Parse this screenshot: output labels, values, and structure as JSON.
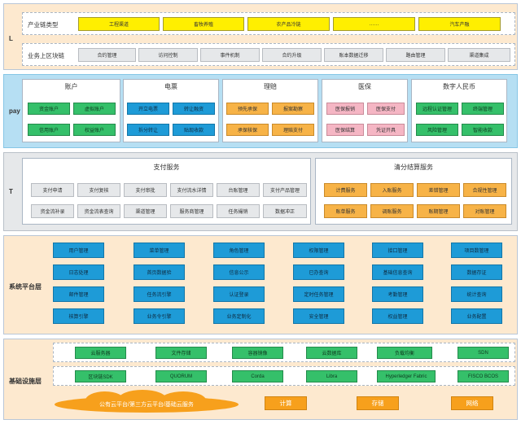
{
  "layers": {
    "l": {
      "label": "L",
      "industry": {
        "title": "产业链类型",
        "items": [
          "工程渠道",
          "畜牧养殖",
          "农产品冷链",
          "……",
          "汽车产融"
        ]
      },
      "business": {
        "title": "业务上区块链",
        "items": [
          "合约管理",
          "访问控制",
          "事件机制",
          "合约升级",
          "账本数据迁移",
          "路由管理",
          "渠道集成"
        ]
      }
    },
    "pay": {
      "label": "pay",
      "panels": [
        {
          "title": "账户",
          "items": [
            "资金账户",
            "虚拟账户",
            "信用账户",
            "权益账户"
          ]
        },
        {
          "title": "电票",
          "items": [
            "开立电票",
            "转让融资",
            "拆分转让",
            "贴现收款"
          ]
        },
        {
          "title": "理赔",
          "items": [
            "预先承保",
            "报案勘察",
            "承保核保",
            "理赔支付"
          ]
        },
        {
          "title": "医保",
          "items": [
            "医保报销",
            "医保支付",
            "医保结算",
            "凭证开具"
          ]
        },
        {
          "title": "数字人民币",
          "items": [
            "远程认证管理",
            "终端管理",
            "风险管理",
            "智能收款"
          ]
        }
      ]
    },
    "t": {
      "label": "T",
      "payment": {
        "title": "支付服务",
        "items": [
          "支付申请",
          "支付复核",
          "支付审批",
          "支付流水详情",
          "台账管理",
          "支付产品管理",
          "资金流补录",
          "资金流表查询",
          "渠道管理",
          "服务商管理",
          "任务撮销",
          "数据冲正"
        ]
      },
      "clearing": {
        "title": "清分结算服务",
        "items": [
          "计费服务",
          "入账服务",
          "差错管理",
          "合规性管理",
          "账单服务",
          "调账服务",
          "账期管理",
          "对账管理"
        ]
      }
    },
    "system": {
      "label": "系统平台层",
      "items": [
        "用户管理",
        "菜单管理",
        "角色管理",
        "权限管理",
        "接口管理",
        "项目数管理",
        "日志处理",
        "首页数据验",
        "信息公示",
        "已办查询",
        "基础信息查询",
        "数据存证",
        "邮件管理",
        "任务流引擎",
        "认证登录",
        "定时任务管理",
        "考勤管理",
        "统计查询",
        "核算引擎",
        "业务令引擎",
        "业务定制化",
        "安全管理",
        "权益管理",
        "业务配置"
      ]
    },
    "infra": {
      "label": "基础设施层",
      "cloud_services": [
        "云服务器",
        "文件存储",
        "容器镜像",
        "云数据库",
        "负载均衡",
        "SDN"
      ],
      "chains": [
        "区块链SDK",
        "QUORUM",
        "Corda",
        "Libra",
        "Hyperledger Fabric",
        "FISCO BCOS"
      ],
      "cloud": "公有云平台/第三方云平台/基础云服务",
      "resources": [
        "计算",
        "存储",
        "网络"
      ]
    }
  }
}
